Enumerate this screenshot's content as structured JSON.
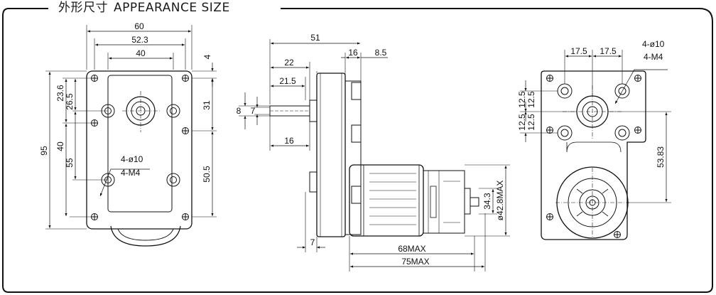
{
  "title": {
    "zh": "外形尺寸",
    "en": "APPEARANCE SIZE"
  },
  "front_view": {
    "dims": {
      "w60": "60",
      "w52_3": "52.3",
      "w40": "40",
      "r4": "4",
      "r31": "31",
      "r50_5": "50.5",
      "l23_6": "23.6",
      "l26_5": "26.5",
      "l40": "40",
      "l55": "55",
      "h95": "95"
    },
    "callouts": {
      "holes": "4-ø10",
      "thread": "4-M4"
    }
  },
  "side_view": {
    "dims": {
      "w51": "51",
      "w16": "16",
      "w8_5": "8.5",
      "w22": "22",
      "w21_5": "21.5",
      "shaft8": "8",
      "shaft7": "7",
      "b16": "16",
      "b7": "7",
      "m68": "68MAX",
      "m75": "75MAX",
      "d34_3": "34.3",
      "d42_8": "ø42.8MAX"
    }
  },
  "end_view": {
    "dims": {
      "w17_5a": "17.5",
      "w17_5b": "17.5",
      "l12_5a": "12.5",
      "l12_5b": "12.5",
      "l12_5c": "12.5",
      "l12_5d": "12.5",
      "r53_83": "53.83"
    },
    "callouts": {
      "holes": "4-ø10",
      "thread": "4-M4"
    }
  }
}
